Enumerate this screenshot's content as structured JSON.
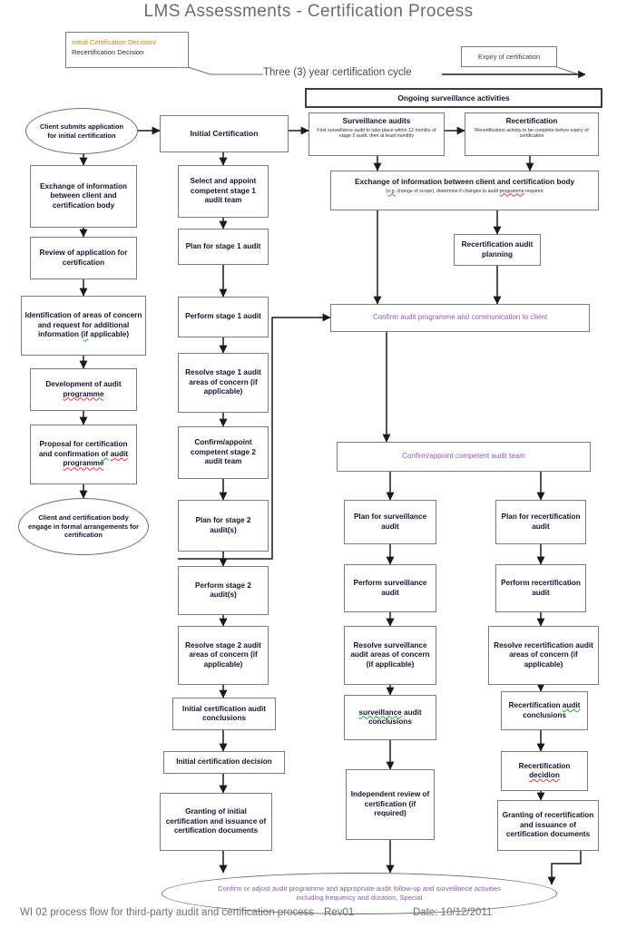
{
  "page": {
    "title": "LMS Assessments - Certification Process",
    "cycle_label": "Three (3) year certification cycle"
  },
  "header_boxes": {
    "decision": {
      "line1": "Initial Certification Decision/",
      "line2": "Recertification Decision"
    },
    "expiry": {
      "label": "Expiry of certification"
    },
    "ongoing": {
      "label": "Ongoing surveillance activities"
    }
  },
  "column_initial": {
    "start_ellipse": "Client submits application for initial certification",
    "steps": [
      "Exchange of information between client and certification body",
      "Review of application for certification",
      "Identification of areas of concern and request for additional information (if applicable)",
      "Development of audit programme",
      "Proposal for certification and confirmation of audit programme"
    ],
    "end_ellipse": "Client and certification body engage in formal arrangements for certification"
  },
  "column_stage": {
    "header": "Initial Certification",
    "steps": [
      "Select and appoint competent stage 1 audit team",
      "Plan for stage 1 audit",
      "Perform stage 1 audit",
      "Resolve stage 1 audit areas of concern (if applicable)",
      "Confirm/appoint competent stage 2 audit team",
      "Plan for stage 2 audit(s)",
      "Perform stage 2 audit(s)",
      "Resolve stage 2 audit areas of concern (if applicable)",
      "Initial certification audit conclusions",
      "Initial certification decision",
      "Granting of initial certification and issuance of certification documents"
    ]
  },
  "surveillance_header": {
    "title": "Surveillance audits",
    "sub": "First surveillance audit to take place within 12 months of stage 2 audit, then at least monthly"
  },
  "recertification_header": {
    "title": "Recertification",
    "sub": "Recertification activity to be complete before expiry of certification"
  },
  "shared": {
    "exchange_title": "Exchange of information between client and certification body",
    "exchange_sub": "(e.g. change of scope), determine if changes to audit programme required",
    "recert_planning": "Recertification audit planning",
    "confirm_programme": "Confirm audit programme and communication to client",
    "confirm_team": "Confirm/appoint competent audit team"
  },
  "column_surveillance": {
    "steps": [
      "Plan for surveillance audit",
      "Perform surveillance audit",
      "Resolve surveillance audit areas of concern (if applicable)",
      "surveillance audit conclusions",
      "Independent review of certification (if required)"
    ]
  },
  "column_recertification": {
    "steps": [
      "Plan for recertification audit",
      "Perform recertification audit",
      "Resolve recertification audit areas of concern (if applicable)",
      "Recertification audit conclusions",
      "Recertification decidion",
      "Granting of recertification and issuance of certification documents"
    ]
  },
  "bottom_ellipse": "Confirm or adjust audit programme and appropriate audit follow-up and surveillance activities including frequency and duration, Special",
  "footer": {
    "doc": "WI 02 process flow for third-party audit and certification process",
    "rev": "Rev01",
    "date": "Date: 10/12/2011"
  },
  "colors": {
    "purple": "#8e5fa2",
    "box_border": "#7b7b7b",
    "title_grey": "#6b6b6b",
    "spell_red": "#e03b3b",
    "grammar_green": "#2f9e44"
  }
}
